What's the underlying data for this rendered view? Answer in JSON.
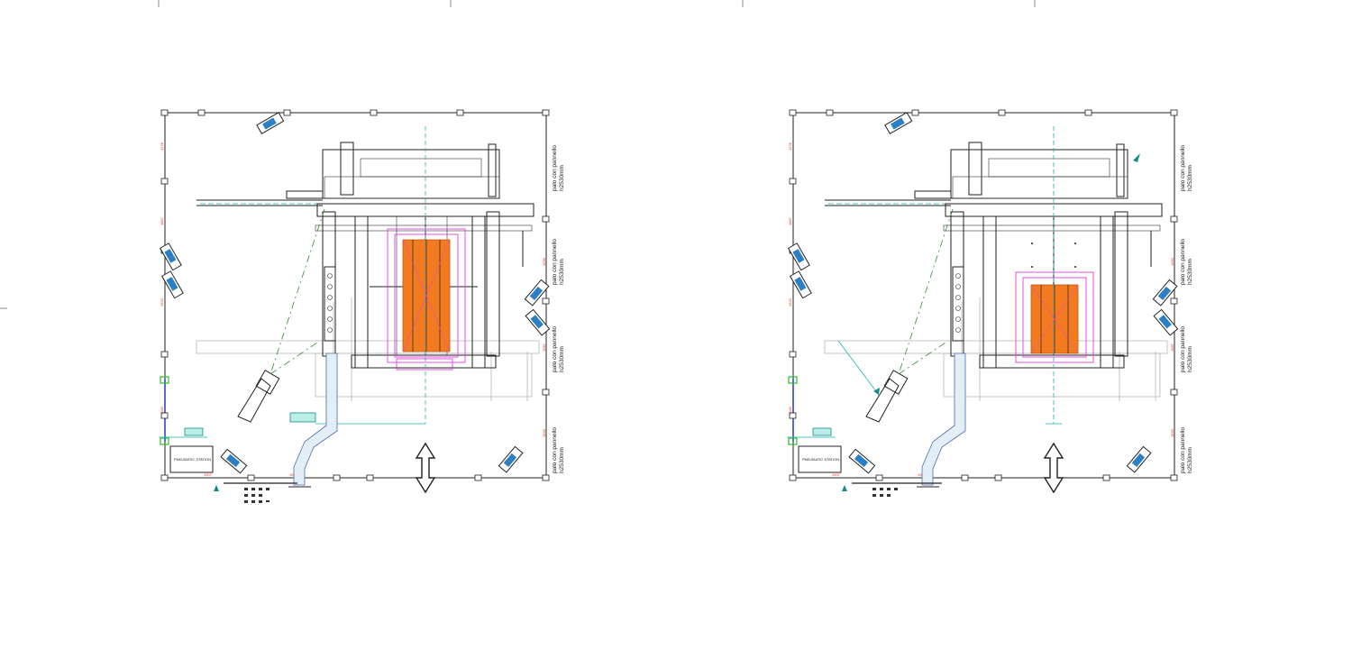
{
  "colors": {
    "pallet": "#f47a1f",
    "sensor": "#2b7fc4",
    "magenta": "#e040e0",
    "cyan": "#19b5b5",
    "dimension": "#e0301e"
  },
  "left_plan": {
    "post_labels": [
      {
        "line1": "palo con pannello",
        "line2": "h2530mm"
      },
      {
        "line1": "palo con pannello",
        "line2": "h2530mm"
      },
      {
        "line1": "palo con pannello",
        "line2": "h2530mm"
      },
      {
        "line1": "palo con pannello",
        "line2": "h2530mm"
      }
    ],
    "station_label": "PNEUMATIC STATION",
    "dims": [
      "1278",
      "1867",
      "1920",
      "4049",
      "1590",
      "1587",
      "1563",
      "1907",
      "1909"
    ]
  },
  "right_plan": {
    "post_labels": [
      {
        "line1": "palo con pannello",
        "line2": "h2530mm"
      },
      {
        "line1": "palo con pannello",
        "line2": "h2530mm"
      },
      {
        "line1": "palo con pannello",
        "line2": "h2530mm"
      },
      {
        "line1": "palo con pannello",
        "line2": "h2530mm"
      }
    ],
    "station_label": "PNEUMATIC STATION",
    "dims": [
      "1278",
      "1867",
      "1920",
      "4049",
      "1590",
      "1587",
      "1563",
      "1907",
      "1909"
    ]
  }
}
